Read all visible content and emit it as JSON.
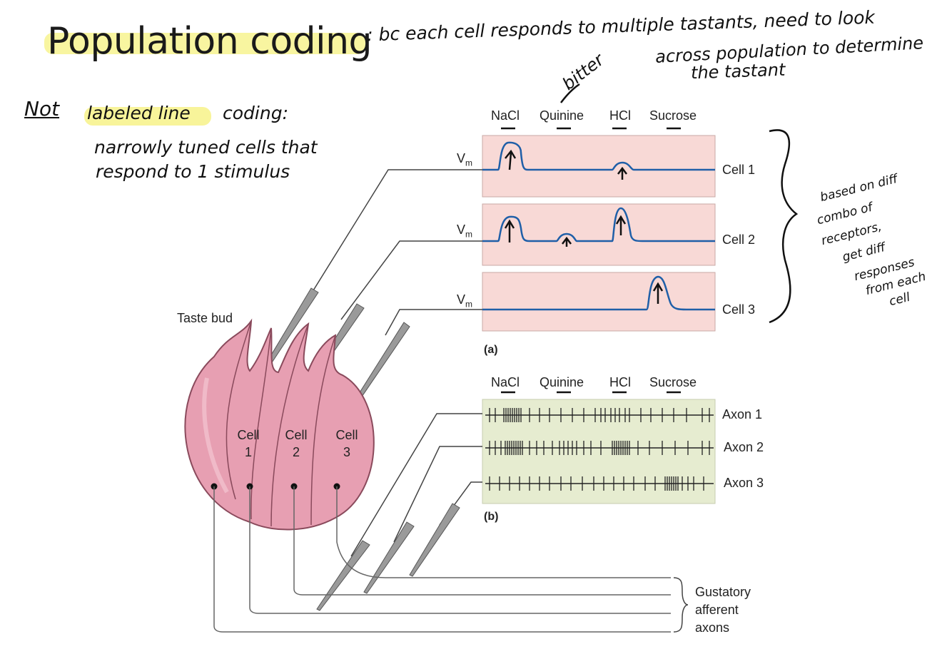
{
  "title": "Population coding",
  "notes": {
    "top_line1": ": bc each cell responds to multiple tastants, need to look",
    "top_line2": "across population to determine",
    "top_line3": "the tastant",
    "bitter": "bitter",
    "not": "Not",
    "labeled_line": "labeled line",
    "coding": "coding:",
    "narrow1": "narrowly tuned cells that",
    "narrow2": "respond to 1 stimulus",
    "side1": "based on diff",
    "side2": "combo of",
    "side3": "receptors,",
    "side4": "get diff",
    "side5": "responses",
    "side6": "from each",
    "side7": "cell"
  },
  "stimuli": [
    "NaCl",
    "Quinine",
    "HCl",
    "Sucrose"
  ],
  "panel_a": {
    "label": "(a)",
    "vm": "V",
    "vm_sub": "m",
    "cells": [
      "Cell 1",
      "Cell 2",
      "Cell 3"
    ]
  },
  "panel_b": {
    "label": "(b)",
    "axons": [
      "Axon 1",
      "Axon 2",
      "Axon 3"
    ]
  },
  "taste_bud": {
    "label": "Taste bud",
    "cell_word": "Cell",
    "cell_nums": [
      "1",
      "2",
      "3"
    ]
  },
  "gustatory": [
    "Gustatory",
    "afferent",
    "axons"
  ],
  "colors": {
    "panel_a_bg": "#f8d9d6",
    "panel_b_bg": "#e6ecd0",
    "trace": "#1f5fa8",
    "highlight": "#f7f38f",
    "bud": "#e79fb2"
  }
}
